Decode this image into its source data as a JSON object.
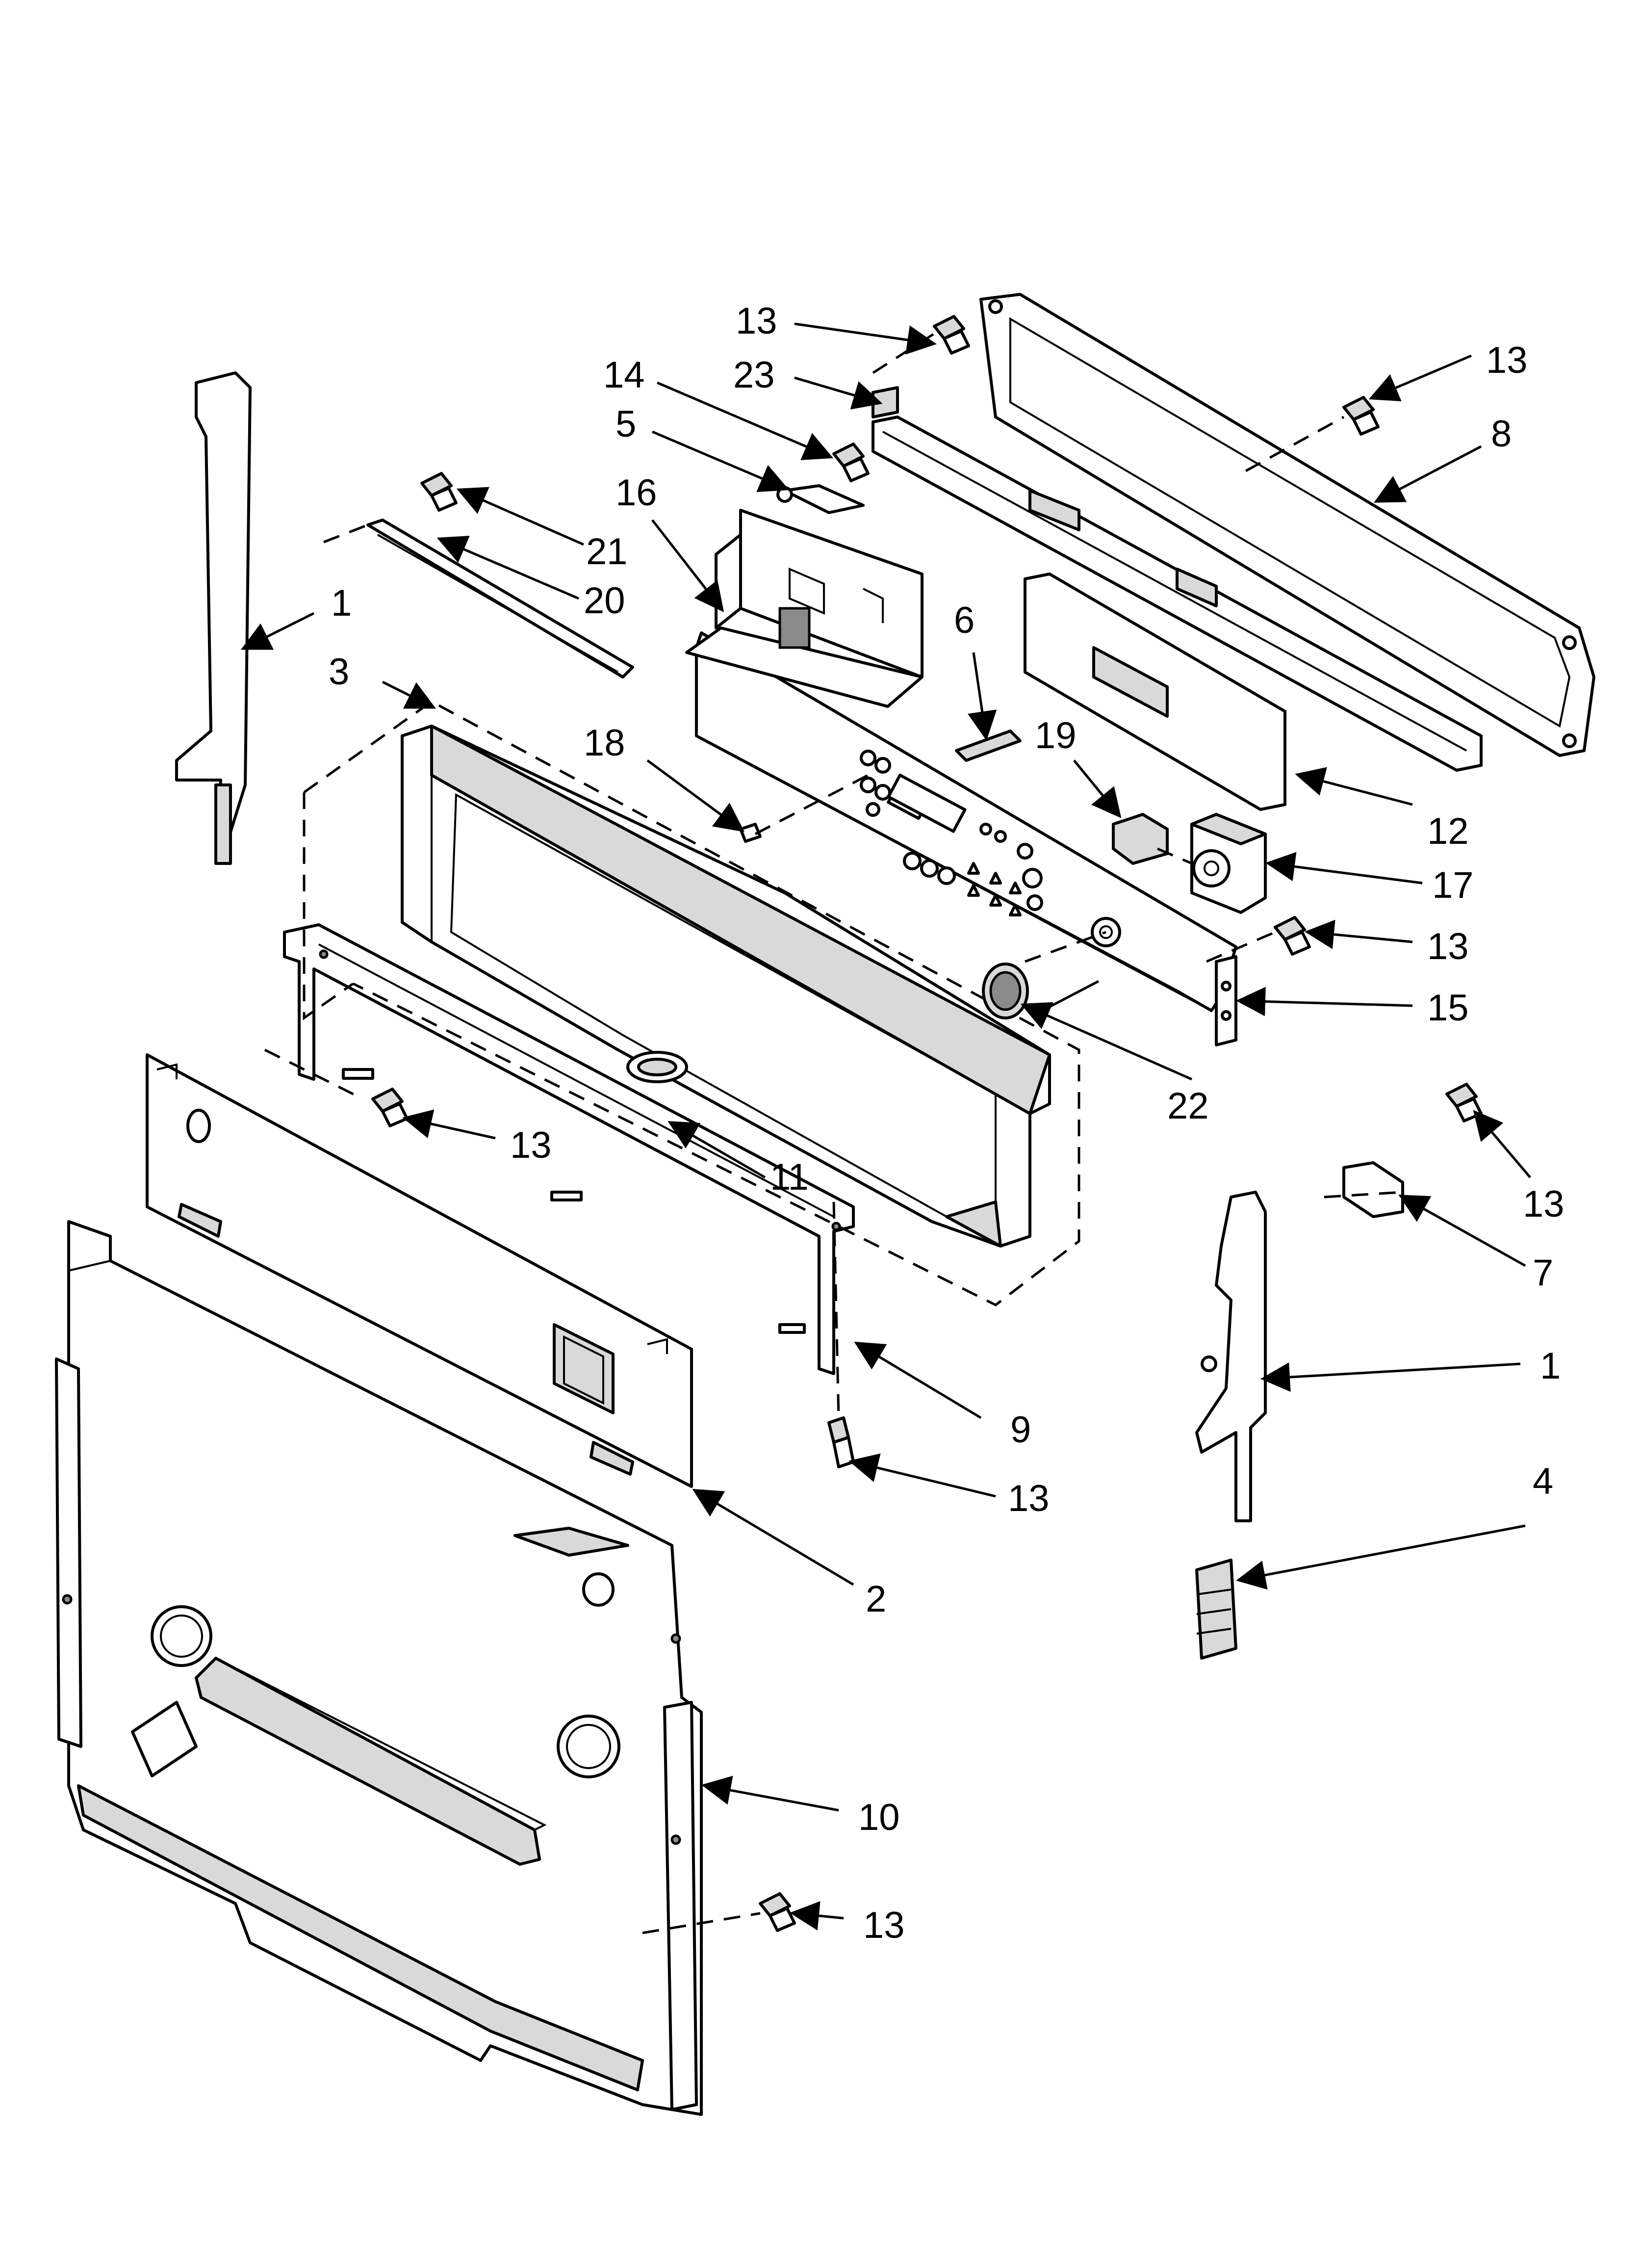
{
  "callouts": [
    {
      "label": "13",
      "target": "screw-top"
    },
    {
      "label": "23",
      "target": "clip-23"
    },
    {
      "label": "14",
      "target": "screw-14"
    },
    {
      "label": "5",
      "target": "bracket-5"
    },
    {
      "label": "16",
      "target": "bracket-16"
    },
    {
      "label": "21",
      "target": "screw-21"
    },
    {
      "label": "20",
      "target": "rail-20"
    },
    {
      "label": "1",
      "target": "end-cap-left"
    },
    {
      "label": "3",
      "target": "console-3"
    },
    {
      "label": "18",
      "target": "screw-18"
    },
    {
      "label": "6",
      "target": "clip-6"
    },
    {
      "label": "19",
      "target": "switch-19"
    },
    {
      "label": "13",
      "target": "screw-rear-right"
    },
    {
      "label": "8",
      "target": "rear-frame-8"
    },
    {
      "label": "12",
      "target": "control-board-12"
    },
    {
      "label": "17",
      "target": "selector-17"
    },
    {
      "label": "13",
      "target": "screw-17"
    },
    {
      "label": "15",
      "target": "bracket-15"
    },
    {
      "label": "22",
      "target": "knob-22"
    },
    {
      "label": "13",
      "target": "screw-mid-left"
    },
    {
      "label": "11",
      "target": "logo-11"
    },
    {
      "label": "13",
      "target": "screw-7"
    },
    {
      "label": "7",
      "target": "bracket-7"
    },
    {
      "label": "1",
      "target": "end-cap-right"
    },
    {
      "label": "9",
      "target": "support-9"
    },
    {
      "label": "13",
      "target": "screw-9"
    },
    {
      "label": "4",
      "target": "clip-4"
    },
    {
      "label": "2",
      "target": "panel-2"
    },
    {
      "label": "10",
      "target": "backguard-10"
    },
    {
      "label": "13",
      "target": "screw-10"
    }
  ]
}
